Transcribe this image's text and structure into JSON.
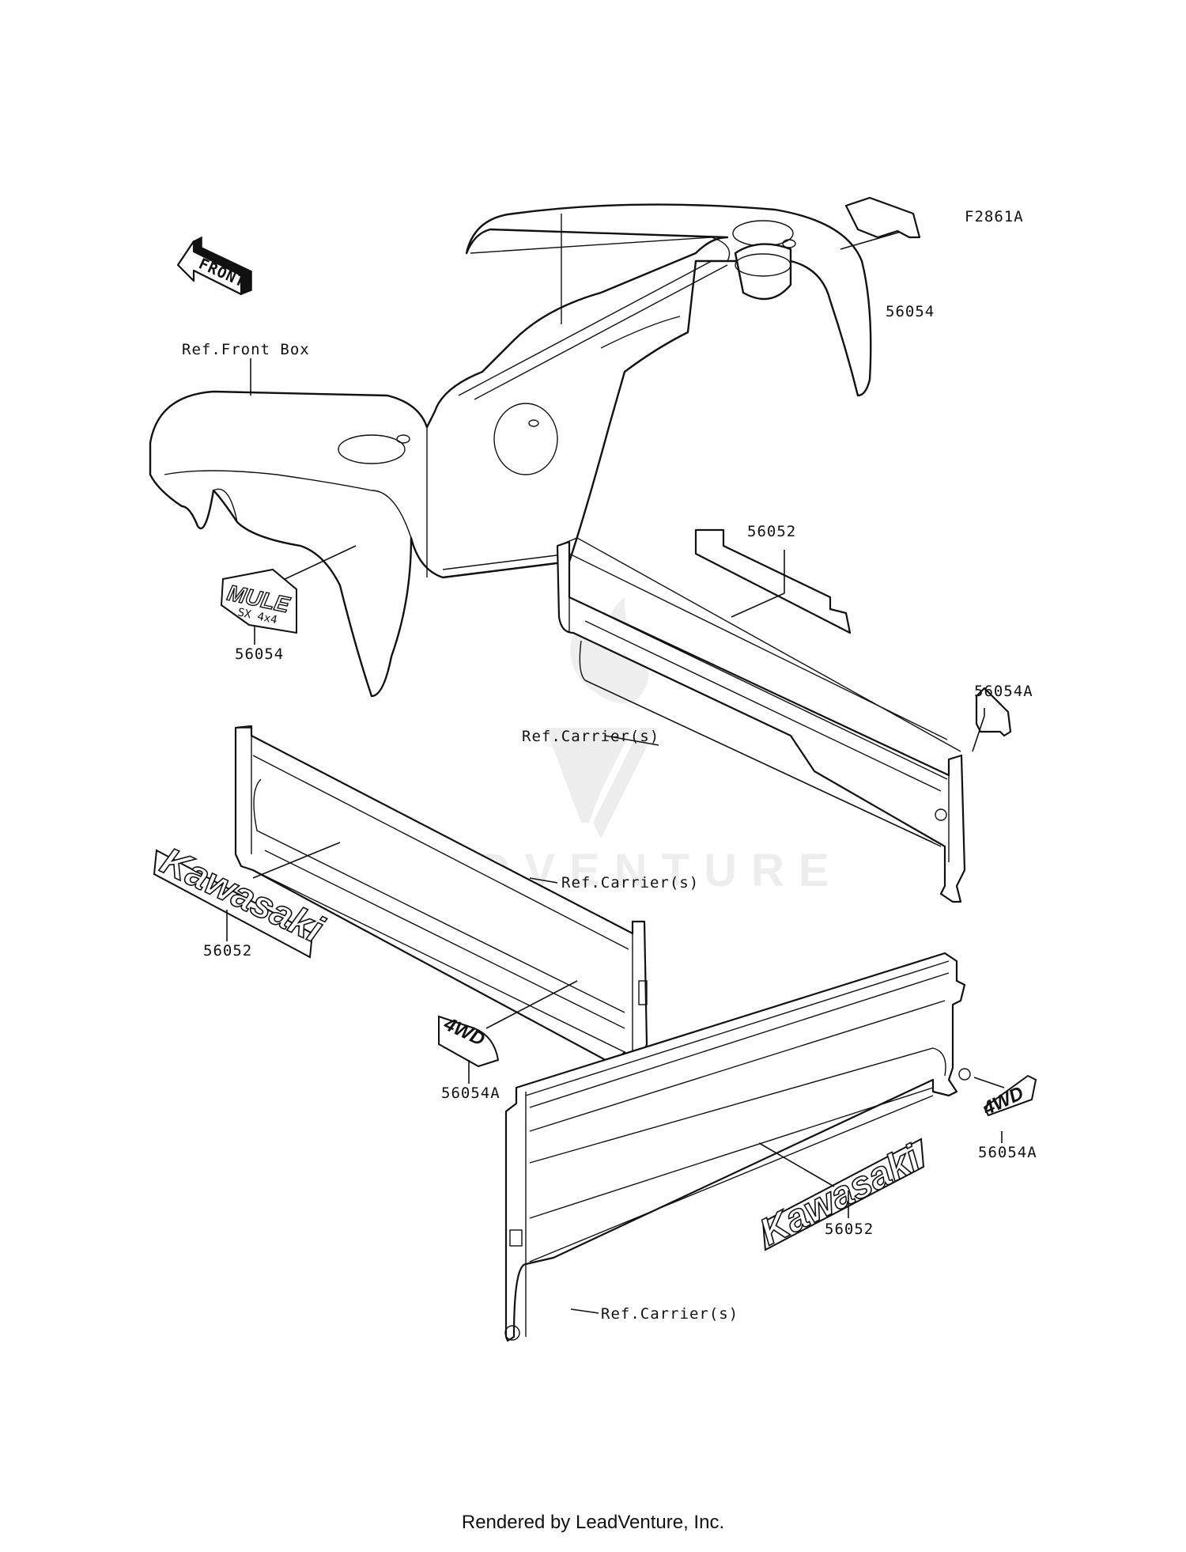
{
  "diagram": {
    "figure_code": "F2861A",
    "front_arrow_text": "FRONT",
    "labels": {
      "ref_front_box": "Ref.Front Box",
      "ref_carrier_top": "Ref.Carrier(s)",
      "ref_carrier_middle": "Ref.Carrier(s)",
      "ref_carrier_bottom": "Ref.Carrier(s)",
      "part_56054_top_right": "56054",
      "part_56054_left": "56054",
      "part_56052_top": "56052",
      "part_56054a_right": "56054A",
      "part_56052_left": "56052",
      "part_56054a_middle": "56054A",
      "part_56054a_bottom_right": "56054A",
      "part_56052_bottom": "56052"
    },
    "decal_text": {
      "mule": "MULE",
      "mule_model": "SX 4x4",
      "kawasaki_left": "Kawasaki",
      "kawasaki_bottom": "Kawasaki",
      "fourwd_middle": "4WD",
      "fourwd_right": "4WD"
    },
    "watermark": "LEADVENTURE"
  },
  "footer": {
    "rendered_by": "Rendered by LeadVenture, Inc."
  }
}
